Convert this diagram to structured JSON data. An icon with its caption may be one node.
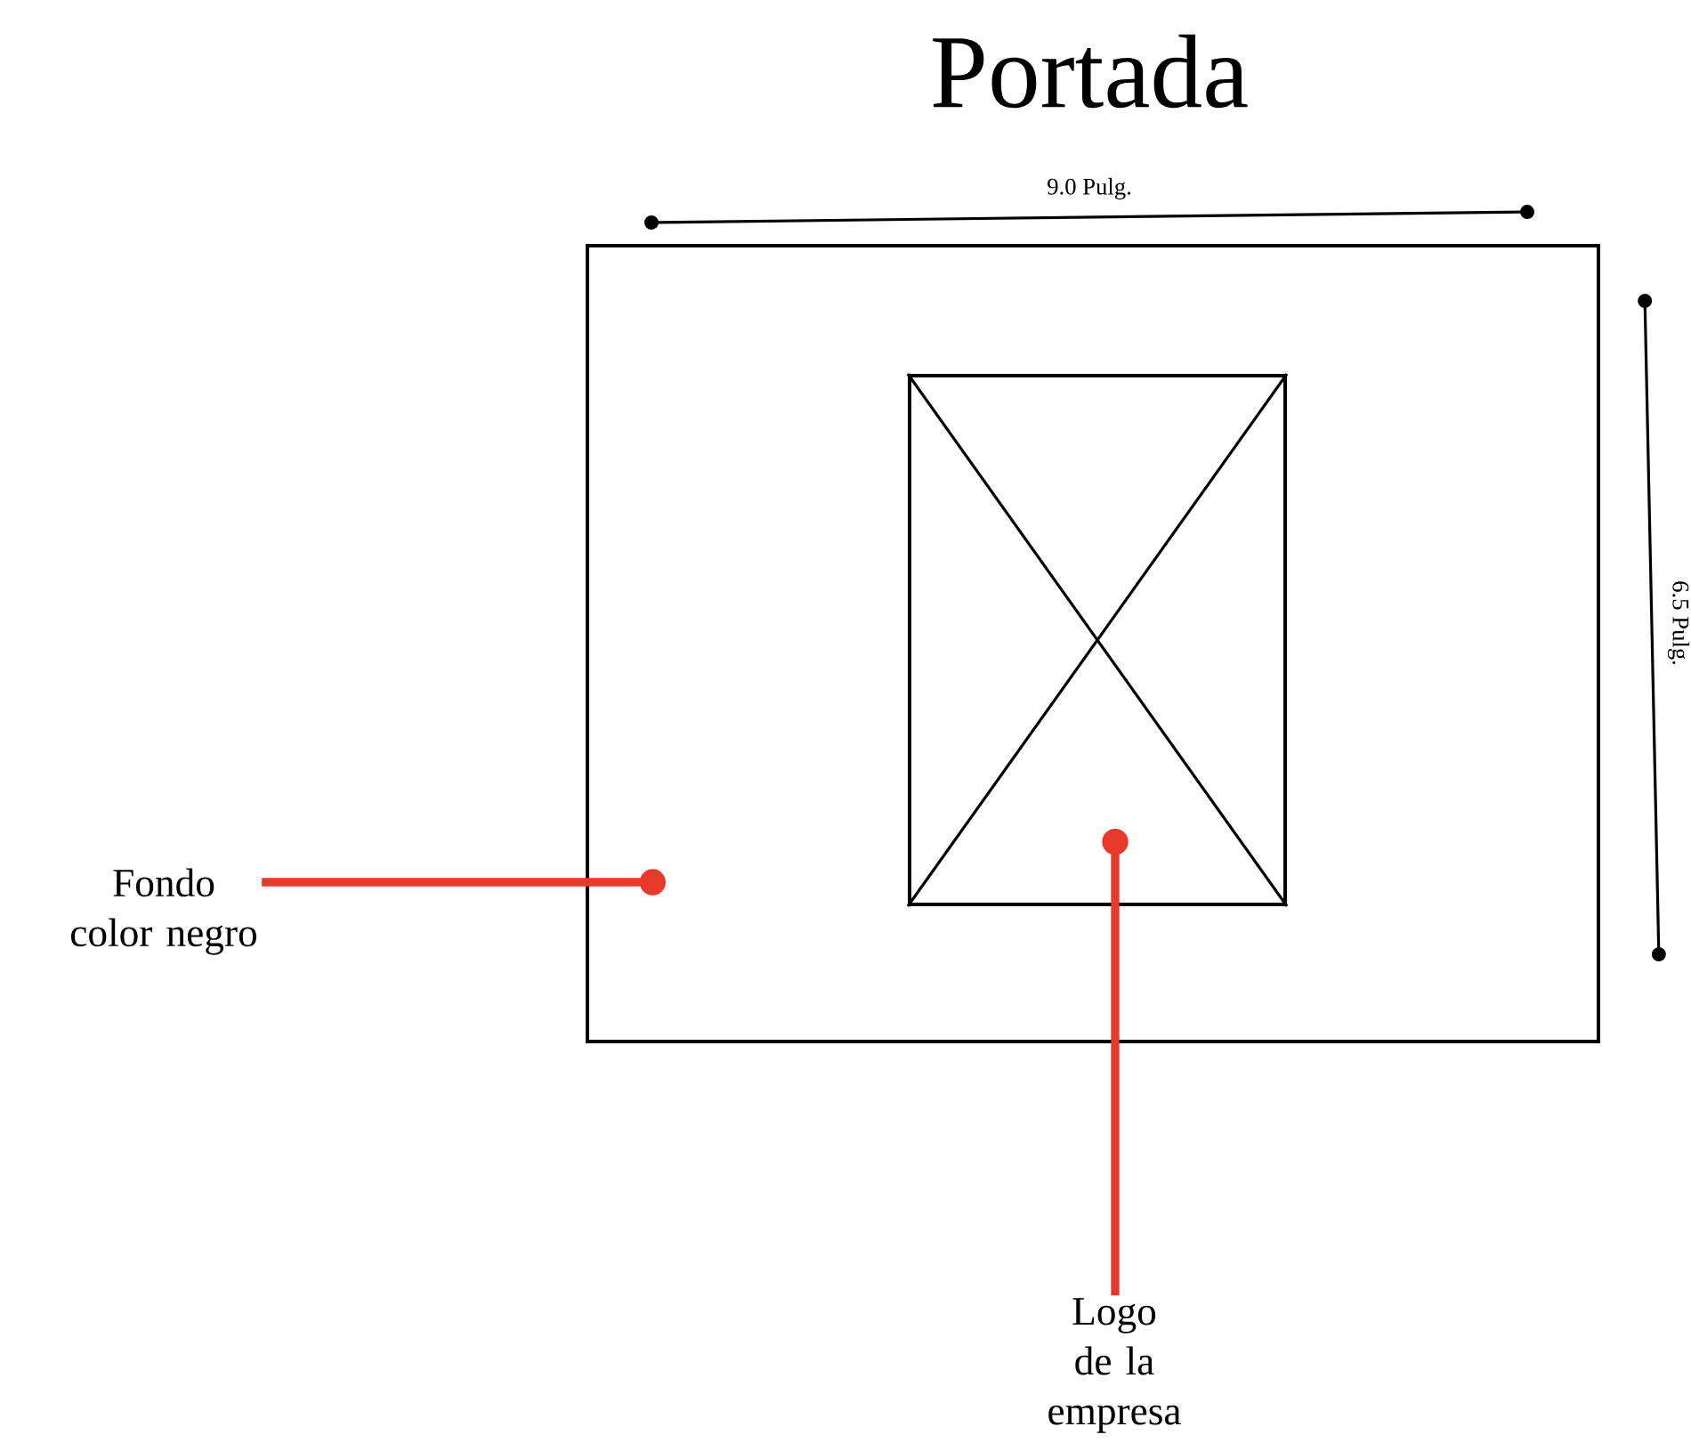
{
  "diagram": {
    "title": "Portada",
    "nodes": [
      {
        "text": [],
        "shape": "box"
      },
      {
        "text": [],
        "shape": "box",
        "in": 0
      },
      {
        "text": [
          "Fondo color negro"
        ]
      },
      {
        "text": [
          "Logo de la empresa"
        ]
      }
    ],
    "edges": [
      {
        "from": 2,
        "to": 0,
        "arrow": "other",
        "color": "#e8392b"
      },
      {
        "from": 3,
        "to": 1,
        "arrow": "other",
        "color": "#e8392b"
      }
    ],
    "labels": [
      "9.0 Pulg.",
      "6.5 Pulg."
    ]
  }
}
